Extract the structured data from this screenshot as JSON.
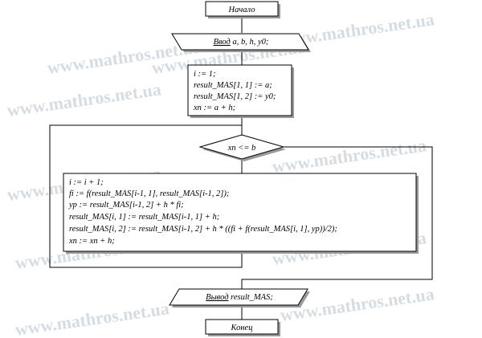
{
  "watermark": "www.mathros.net.ua",
  "blocks": {
    "start": "Начало",
    "input": {
      "keyword": "Ввод",
      "rest": " a, b, h, y0;"
    },
    "init": [
      "i := 1;",
      "result_MAS[1, 1] := a;",
      "result_MAS[1, 2] := y0;",
      "xn := a + h;"
    ],
    "condition": "xn <= b",
    "loop_body": [
      "i := i + 1;",
      "fi := f(result_MAS[i-1, 1], result_MAS[i-1, 2]);",
      "yp := result_MAS[i-1, 2] + h * fi;",
      "result_MAS[i, 1] := result_MAS[i-1, 1] + h;",
      "result_MAS[i, 2] := result_MAS[i-1, 2] + h * ((fi + f(result_MAS[i, 1], yp))/2);",
      "xn := xn + h;"
    ],
    "output": {
      "keyword": "Вывод",
      "rest": " result_MAS;"
    },
    "end": "Конец"
  }
}
